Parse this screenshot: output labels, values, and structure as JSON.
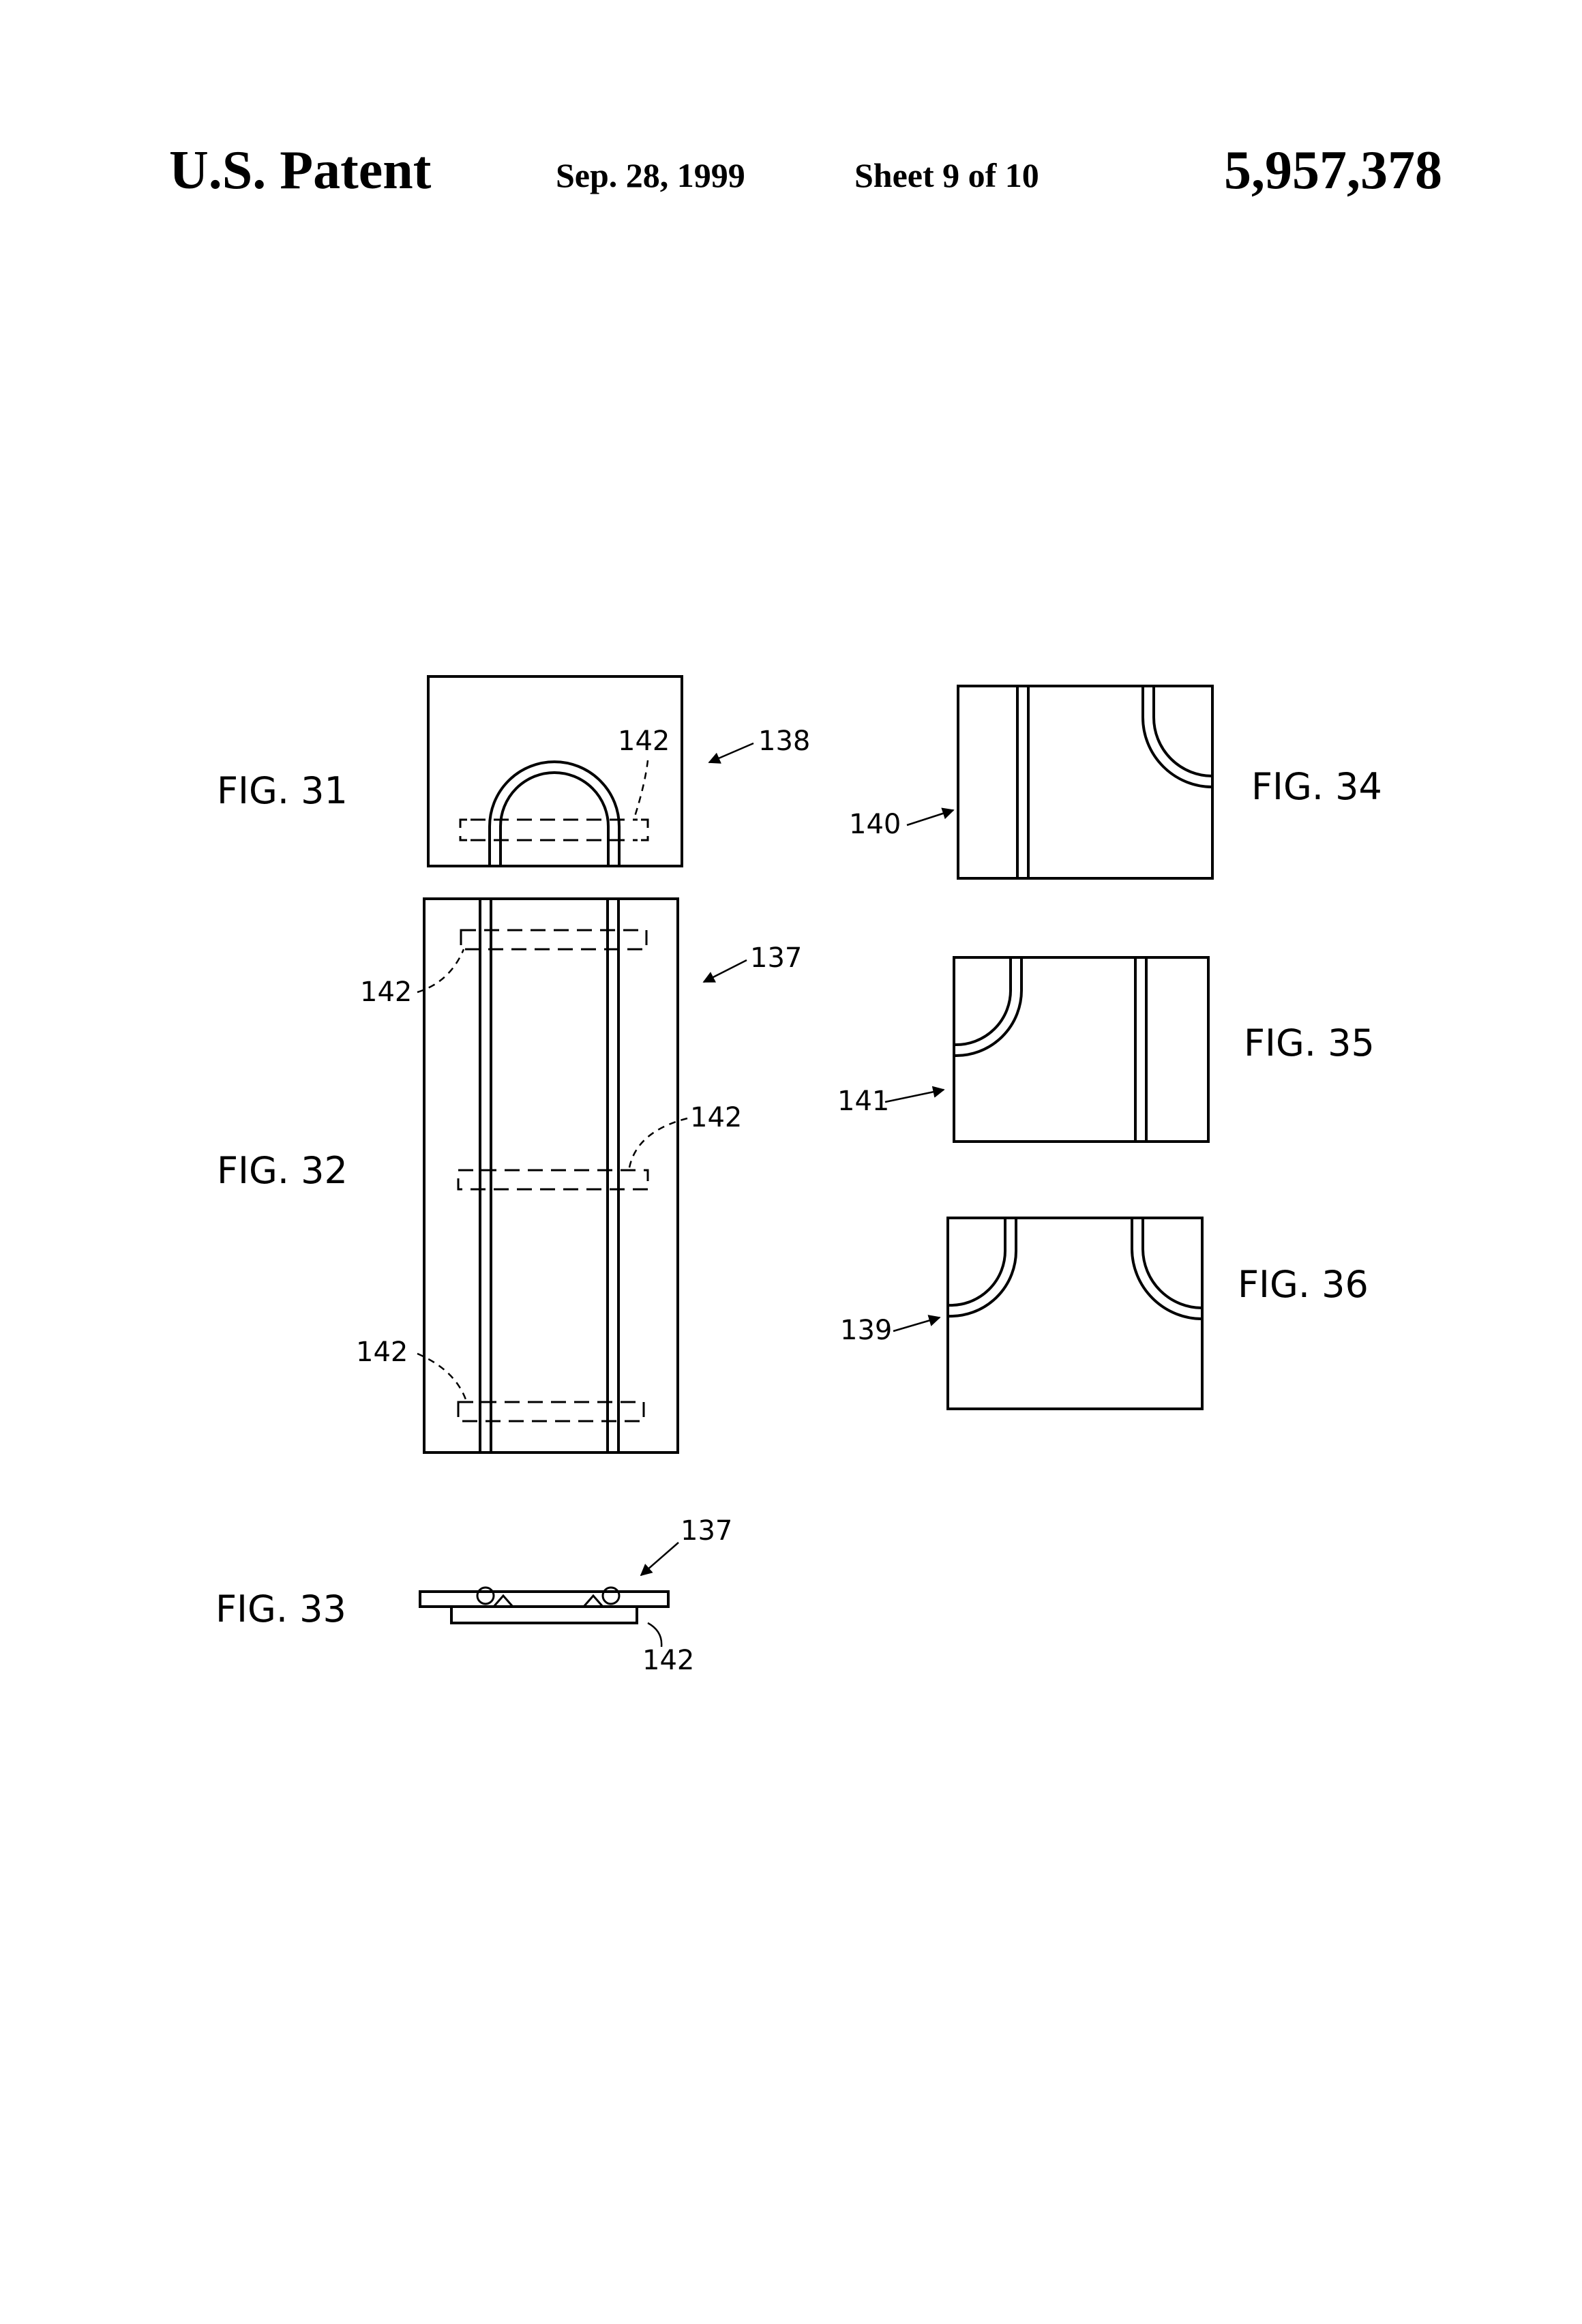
{
  "header": {
    "left": "U.S. Patent",
    "date": "Sep. 28, 1999",
    "sheet": "Sheet 9 of 10",
    "number": "5,957,378"
  },
  "figures": {
    "fig31": {
      "label": "FIG. 31",
      "refs": [
        "142",
        "138"
      ]
    },
    "fig32": {
      "label": "FIG. 32",
      "refs": [
        "142",
        "137",
        "142",
        "142"
      ]
    },
    "fig33": {
      "label": "FIG. 33",
      "refs": [
        "137",
        "142"
      ]
    },
    "fig34": {
      "label": "FIG. 34",
      "refs": [
        "140"
      ]
    },
    "fig35": {
      "label": "FIG. 35",
      "refs": [
        "141"
      ]
    },
    "fig36": {
      "label": "FIG. 36",
      "refs": [
        "139"
      ]
    }
  }
}
